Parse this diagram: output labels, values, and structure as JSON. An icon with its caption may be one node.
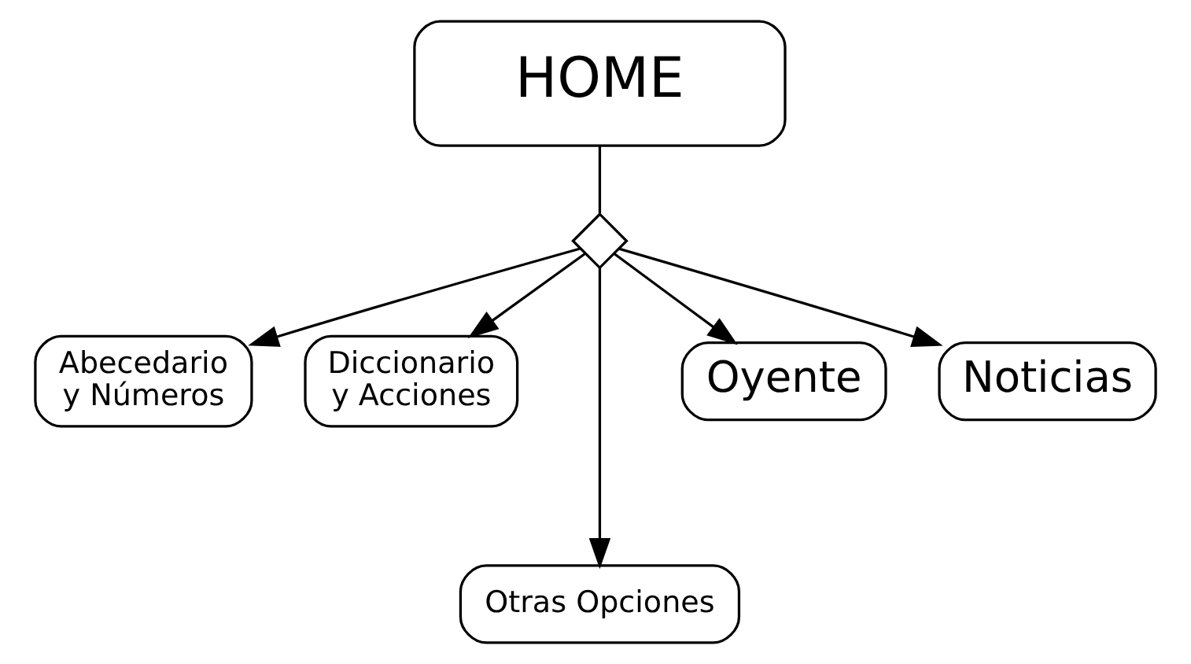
{
  "diagram": {
    "nodes": [
      {
        "text": [
          "HOME"
        ]
      },
      {
        "text": [],
        "shape": "diamond"
      },
      {
        "text": [
          "Abecedario y Números"
        ]
      },
      {
        "text": [
          "Diccionario y Acciones"
        ]
      },
      {
        "text": [
          "Oyente"
        ]
      },
      {
        "text": [
          "Noticias"
        ]
      },
      {
        "text": [
          "Otras Opciones"
        ]
      }
    ],
    "edges": [
      {
        "from": 0,
        "to": 1,
        "arrow": "none"
      },
      {
        "from": 1,
        "to": 2,
        "arrow": "to"
      },
      {
        "from": 1,
        "to": 3,
        "arrow": "to"
      },
      {
        "from": 1,
        "to": 6,
        "arrow": "to"
      },
      {
        "from": 1,
        "to": 4,
        "arrow": "to"
      },
      {
        "from": 1,
        "to": 5,
        "arrow": "to"
      }
    ]
  }
}
